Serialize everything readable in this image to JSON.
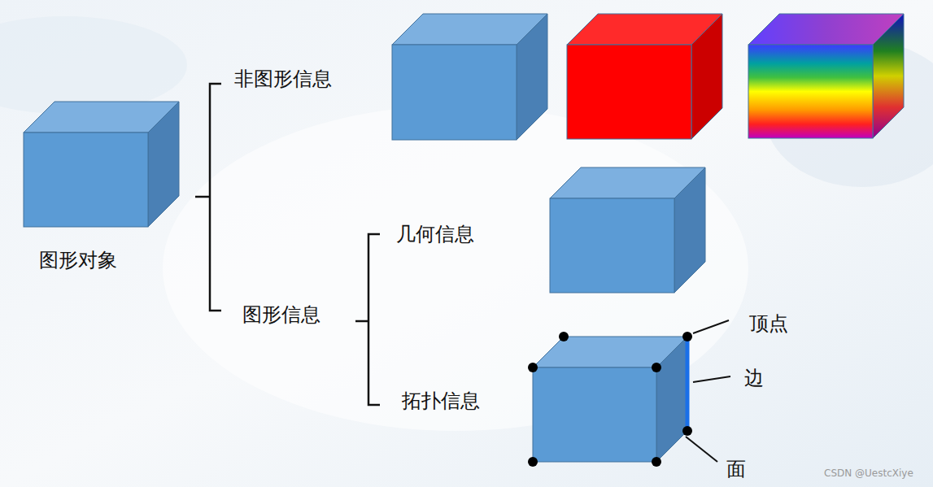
{
  "diagram": {
    "labels": [
      "非图形信息",
      "图形对象",
      "几何信息",
      "图形信息",
      "拓扑信息",
      "顶点",
      "边",
      "面",
      "CSDN @UestcXiye"
    ]
  }
}
